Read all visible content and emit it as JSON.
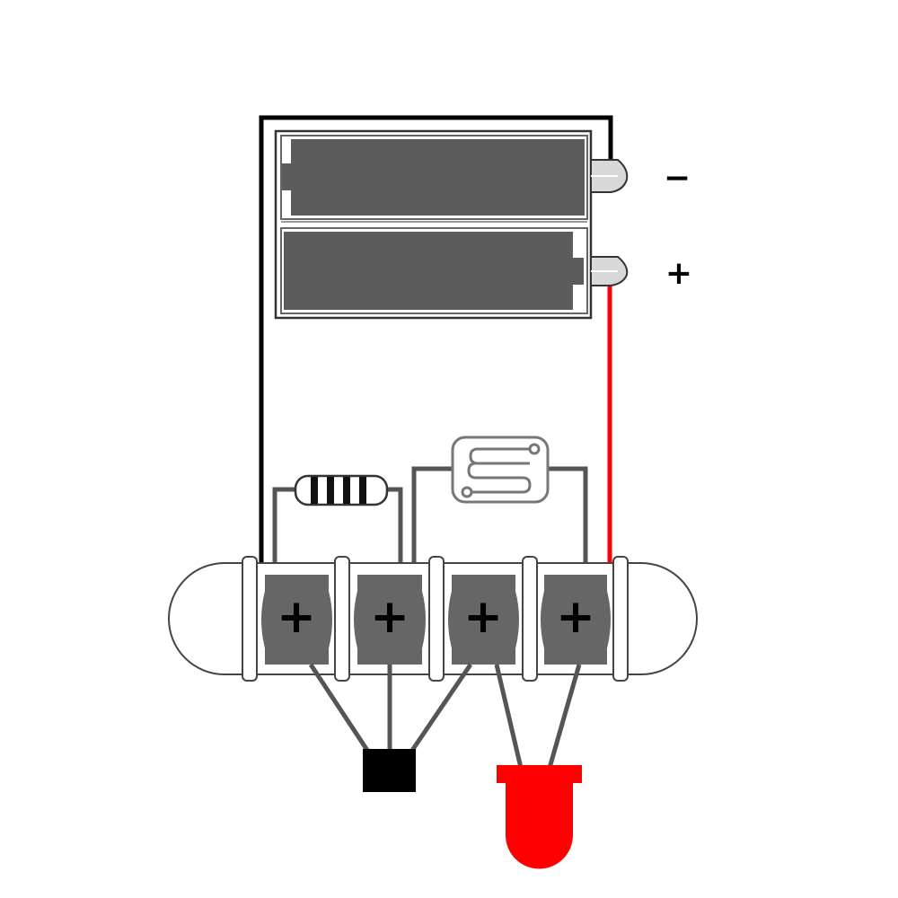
{
  "battery_holder": {
    "terminal_minus_label": "−",
    "terminal_plus_label": "+"
  },
  "colors": {
    "battery_fill": "#5c5c5c",
    "terminal_fill": "#666666",
    "wire_black": "#000000",
    "wire_red": "#ff0000",
    "component_lead": "#555555",
    "led_red": "#ff0000",
    "transistor_black": "#000000"
  },
  "terminal_block": {
    "screw_count": 4,
    "screw_symbol": "+"
  },
  "icons": [
    "battery-holder",
    "resistor",
    "photoresistor",
    "terminal-block",
    "transistor",
    "led"
  ]
}
